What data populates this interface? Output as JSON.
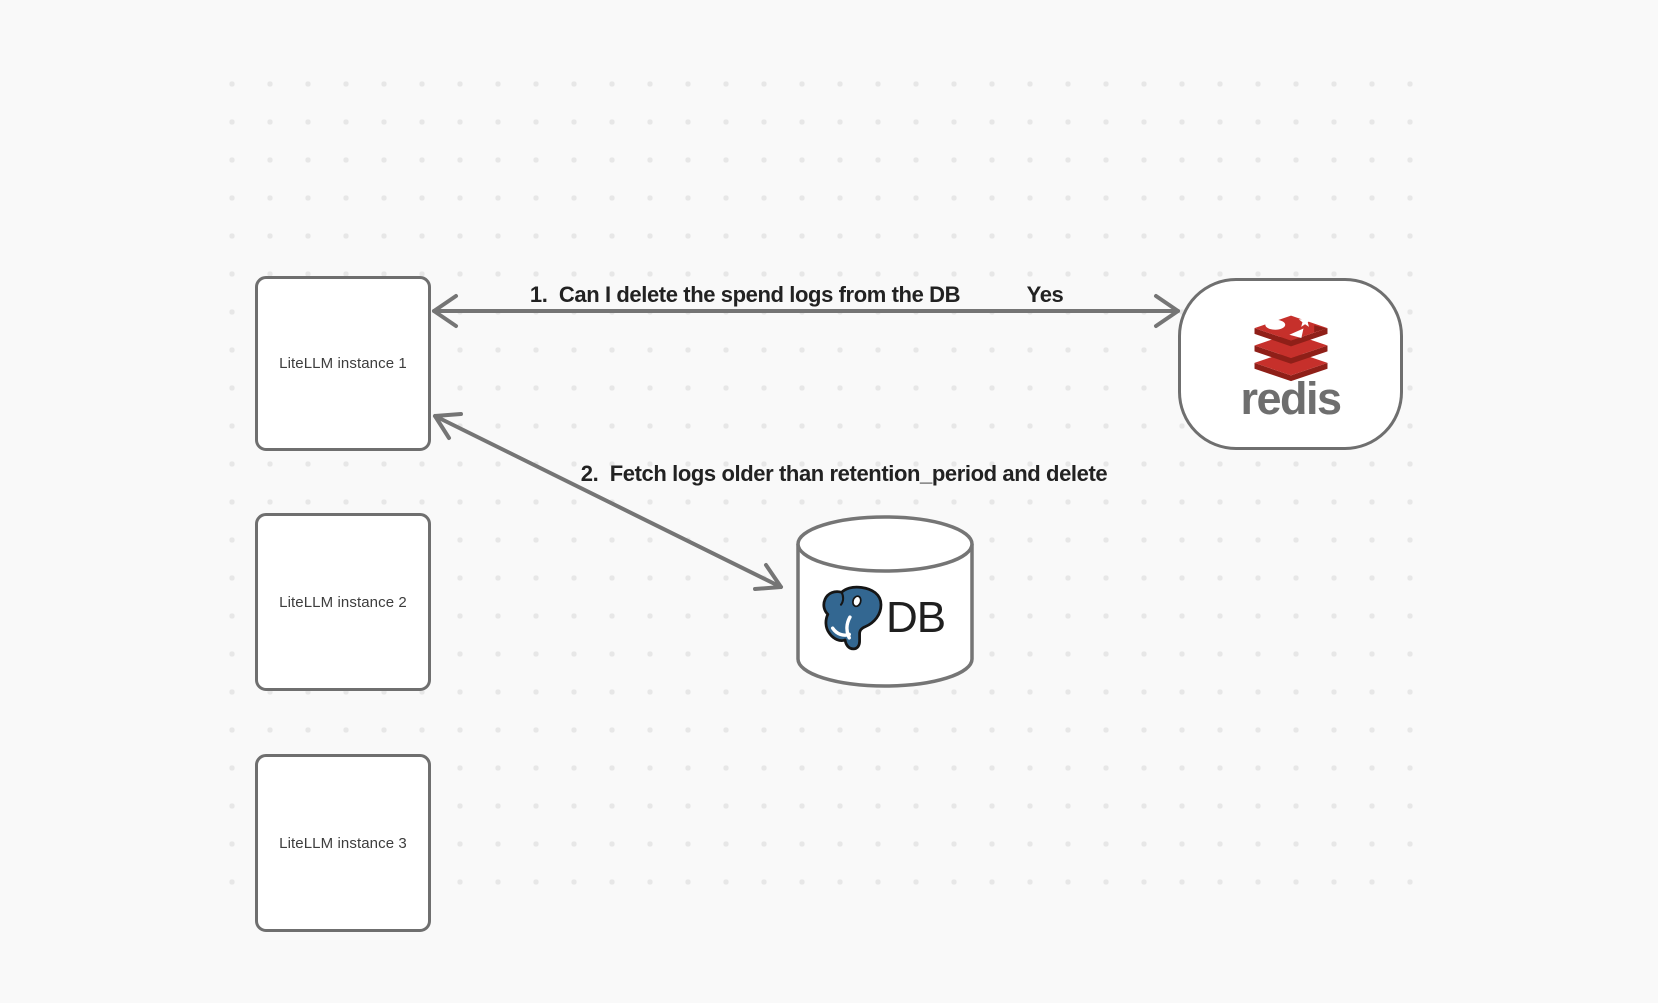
{
  "diagram": {
    "background": {
      "color": "#f9f9f9",
      "dot_color": "#e7e7e7",
      "stroke_color": "#757575",
      "label_color": "#222222"
    },
    "nodes": {
      "litellm_instances": [
        {
          "label": "LiteLLM instance 1"
        },
        {
          "label": "LiteLLM instance 2"
        },
        {
          "label": "LiteLLM instance 3"
        }
      ],
      "redis": {
        "wordmark": "redis",
        "icon": "redis-logo",
        "brand_red": "#C6302B",
        "brand_red_dark": "#8F1F18",
        "wordmark_color": "#6e6e6e"
      },
      "database": {
        "label": "DB",
        "icon": "postgresql-logo",
        "postgres_blue": "#336791"
      }
    },
    "edges": [
      {
        "label": "1.  Can I delete the spend logs from the DB",
        "reply": "Yes",
        "from": "LiteLLM instance 1",
        "to": "redis",
        "arrows": "both-ends"
      },
      {
        "label": "2.  Fetch logs older than retention_period and delete",
        "from": "LiteLLM instance 1",
        "to": "DB",
        "arrows": "both-ends"
      }
    ]
  }
}
